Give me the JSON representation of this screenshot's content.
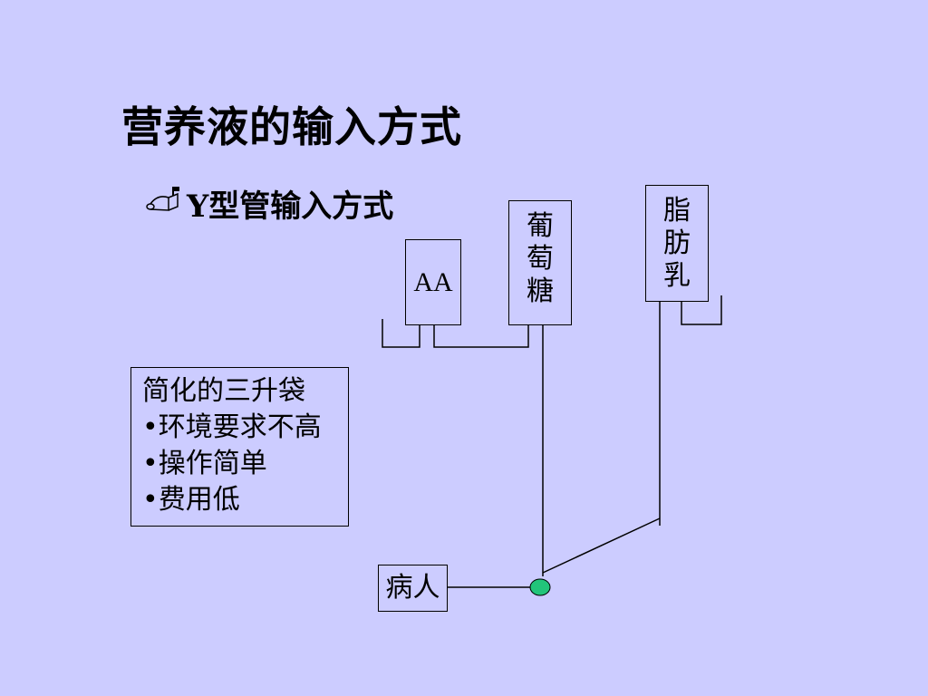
{
  "title": "营养液的输入方式",
  "subtitle": "Y型管输入方式",
  "icons": {
    "bullet": "mailbox-icon"
  },
  "boxes": {
    "aa": "AA",
    "glucose": "葡萄糖",
    "fat": "脂肪乳",
    "patient": "病人"
  },
  "info": {
    "heading": "简化的三升袋",
    "items": [
      "•环境要求不高",
      "•操作简单",
      "•费用低"
    ]
  },
  "colors": {
    "background": "#ccccff",
    "junction": "#22c47a"
  }
}
